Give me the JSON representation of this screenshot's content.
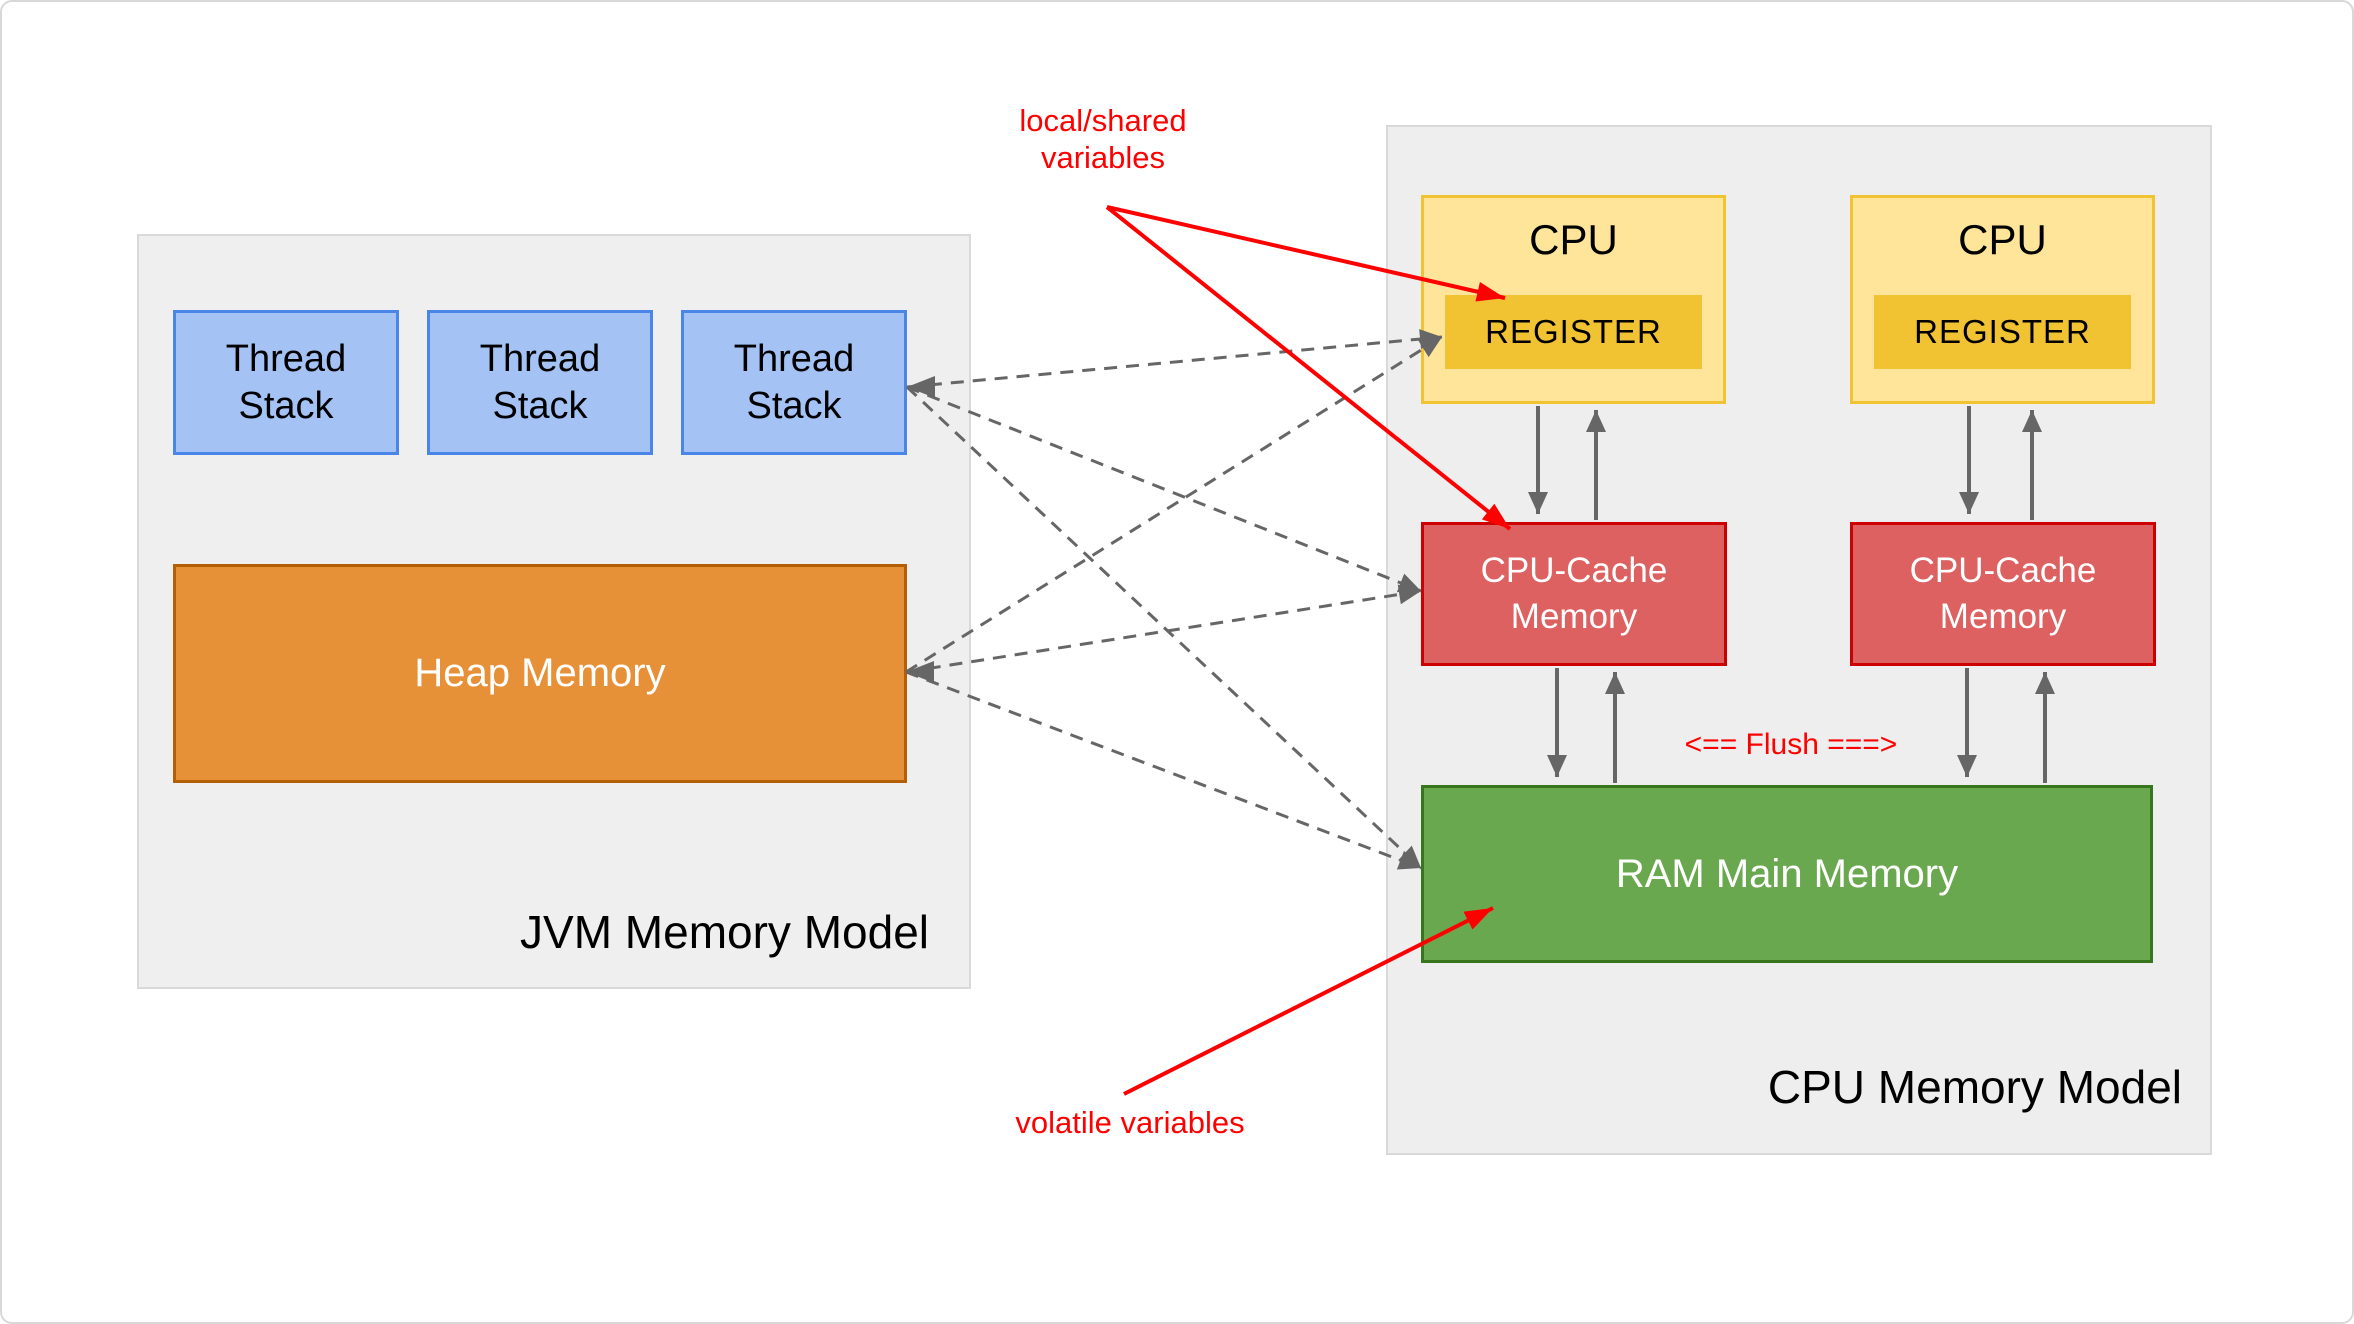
{
  "window": {
    "background": "#ffffff",
    "border_color": "#d8d8d8"
  },
  "jvm_model": {
    "title": "JVM Memory Model",
    "panel_color": "#efefef",
    "thread_stacks": [
      {
        "label": "Thread Stack"
      },
      {
        "label": "Thread Stack"
      },
      {
        "label": "Thread Stack"
      }
    ],
    "thread_stack_fill": "#a4c2f4",
    "thread_stack_border": "#4a86e8",
    "heap": {
      "label": "Heap Memory",
      "fill": "#e69138",
      "border": "#b45f06"
    }
  },
  "cpu_model": {
    "title": "CPU Memory Model",
    "panel_color": "#efefef",
    "cpus": [
      {
        "label": "CPU",
        "register_label": "REGISTER"
      },
      {
        "label": "CPU",
        "register_label": "REGISTER"
      }
    ],
    "cpu_fill": "#ffe599",
    "cpu_border": "#f1c232",
    "register_fill": "#f1c232",
    "caches": [
      {
        "label": "CPU-Cache Memory"
      },
      {
        "label": "CPU-Cache Memory"
      }
    ],
    "cache_fill": "#dd6161",
    "cache_border": "#cc0000",
    "ram": {
      "label": "RAM Main Memory",
      "fill": "#6aa84f",
      "border": "#38761d"
    },
    "flush_label": "<== Flush ===>"
  },
  "annotations": {
    "local_shared_label": "local/shared variables",
    "volatile_label": "volatile variables",
    "color": "#ff0000"
  },
  "arrows": {
    "solid_color": "#666666",
    "dashed_color": "#666666",
    "red_color": "#ff0000"
  }
}
